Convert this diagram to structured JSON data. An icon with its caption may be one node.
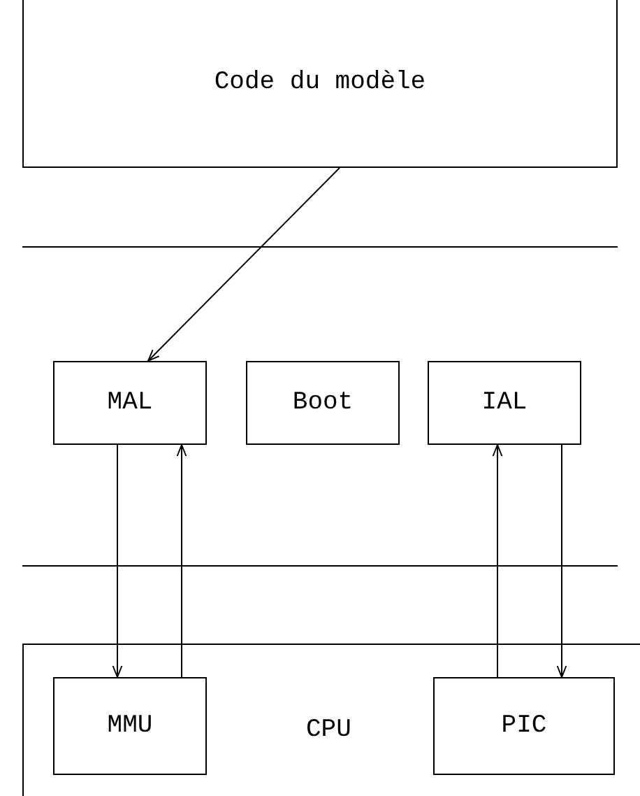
{
  "diagram": {
    "nodes": [
      {
        "text": [
          "Code du modèle"
        ]
      },
      {
        "text": [
          "MAL"
        ]
      },
      {
        "text": [
          "Boot"
        ]
      },
      {
        "text": [
          "IAL"
        ]
      },
      {
        "text": [
          "CPU"
        ]
      },
      {
        "text": [
          "MMU"
        ],
        "in": 4
      },
      {
        "text": [
          "PIC"
        ],
        "in": 4
      }
    ],
    "edges": [
      {
        "from": 0,
        "to": 1,
        "arrow": "to"
      },
      {
        "from": 1,
        "to": 5,
        "arrow": "to"
      },
      {
        "from": 5,
        "to": 1,
        "arrow": "to"
      },
      {
        "from": 6,
        "to": 3,
        "arrow": "to"
      },
      {
        "from": 3,
        "to": 6,
        "arrow": "to"
      }
    ]
  }
}
